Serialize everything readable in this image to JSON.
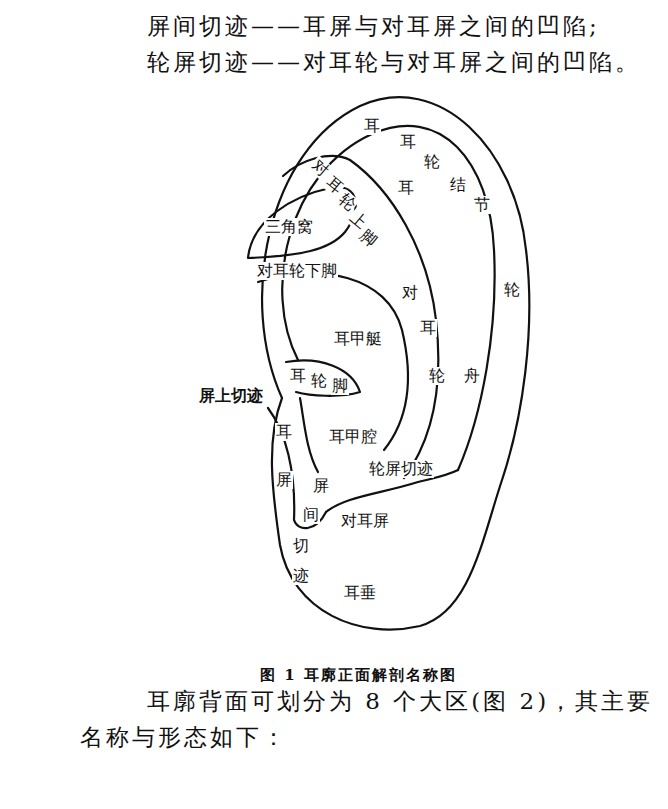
{
  "diagram": {
    "caption": "图 1 耳廓正面解剖名称图",
    "labels": [
      "屏间切迹——耳屏与对耳屏之间的凹陷;",
      "轮屏切迹——对耳轮与对耳屏之间的凹陷。",
      "耳轮",
      "耳轮结节",
      "对耳轮上脚",
      "耳舟",
      "三角窝",
      "对耳轮下脚",
      "对耳轮",
      "耳甲艇",
      "耳轮脚",
      "屏上切迹",
      "耳屏",
      "耳甲腔",
      "轮屏切迹",
      "屏间切迹",
      "对耳屏",
      "耳垂",
      "耳廓背面可划分为 8 个大区(图 2)，其主要名称与形态如下："
    ]
  }
}
